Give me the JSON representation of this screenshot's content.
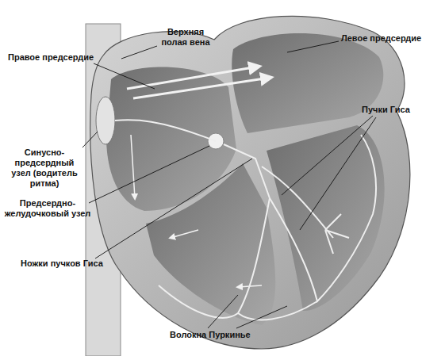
{
  "diagram": {
    "labels": [
      "Верхняя полая вена",
      "Левое предсердие",
      "Правое предсердие",
      "Пучки Гиса",
      "Синусно-предсердный узел (водитель ритма)",
      "Предсердно-желудочковый узел",
      "Ножки пучков Гиса",
      "Волокна Пуркинье"
    ]
  }
}
